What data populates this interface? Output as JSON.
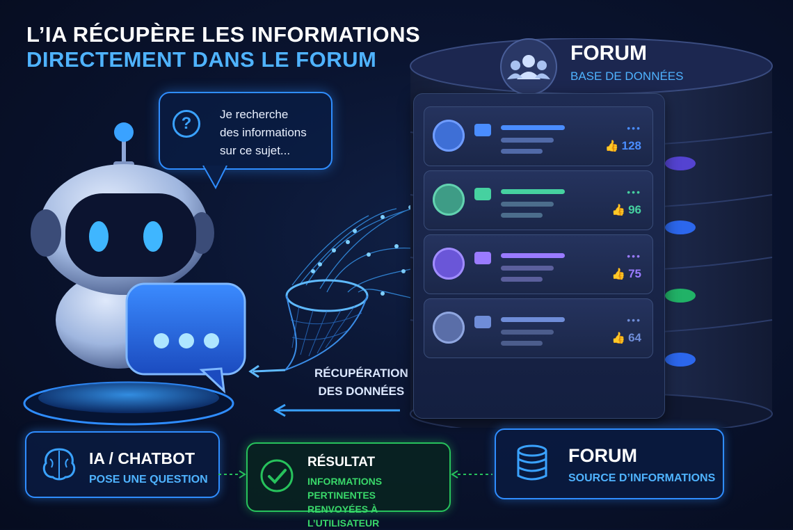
{
  "heading": {
    "line1": "L’IA RÉCUPÈRE LES INFORMATIONS",
    "line2": "DIRECTEMENT DANS LE FORUM"
  },
  "bubble": {
    "lines": [
      "Je recherche",
      "des informations",
      "sur ce sujet..."
    ],
    "icon": "question-icon"
  },
  "database": {
    "title": "FORUM",
    "subtitle": "BASE DE DONNÉES",
    "icon": "users-icon",
    "posts": [
      {
        "likes": "128",
        "accent": "#4a8dff",
        "avatar_color": "#3e6fd6"
      },
      {
        "likes": "96",
        "accent": "#46d1a0",
        "avatar_color": "#3e9c86"
      },
      {
        "likes": "75",
        "accent": "#9a7bff",
        "avatar_color": "#6a56d8"
      },
      {
        "likes": "64",
        "accent": "#6f8dd8",
        "avatar_color": "#5a6ea8"
      }
    ]
  },
  "flow_label": {
    "line1": "RÉCUPÉRATION",
    "line2": "DES DONNÉES"
  },
  "cards": {
    "ia": {
      "title": "IA / CHATBOT",
      "subtitle": "POSE UNE QUESTION",
      "icon": "brain-icon"
    },
    "result": {
      "title": "RÉSULTAT",
      "line1": "INFORMATIONS PERTINENTES",
      "line2": "RENVOYÉES À L’UTILISATEUR",
      "icon": "check-icon"
    },
    "forum": {
      "title": "FORUM",
      "subtitle": "SOURCE D’INFORMATIONS",
      "icon": "database-icon"
    }
  },
  "colors": {
    "accent_blue": "#2f8dff",
    "accent_green": "#27c25c",
    "background": "#0a1430"
  }
}
